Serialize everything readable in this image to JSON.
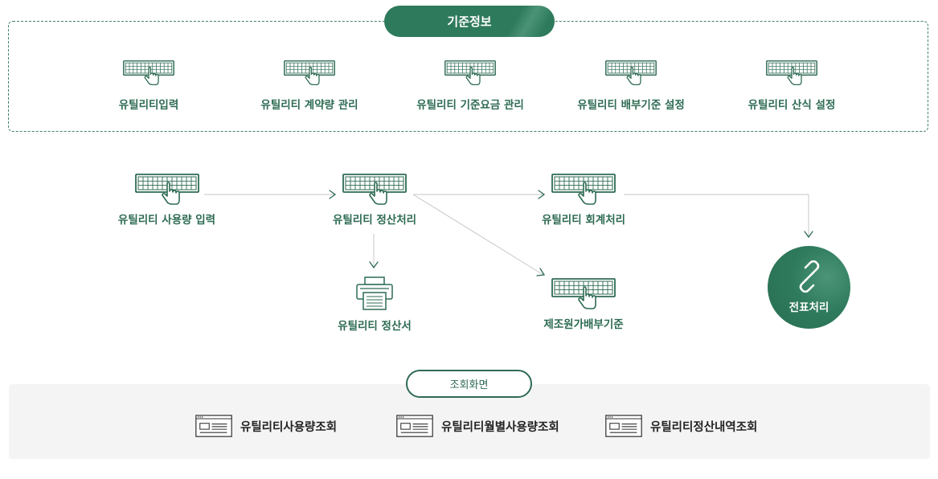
{
  "top": {
    "title": "기준정보",
    "items": [
      {
        "label": "유틸리티입력",
        "icon": "keyboard-hand-icon"
      },
      {
        "label": "유틸리티 계약량 관리",
        "icon": "keyboard-hand-icon"
      },
      {
        "label": "유틸리티 기준요금 관리",
        "icon": "keyboard-hand-icon"
      },
      {
        "label": "유틸리티 배부기준 설정",
        "icon": "keyboard-hand-icon"
      },
      {
        "label": "유틸리티 산식 설정",
        "icon": "keyboard-hand-icon"
      }
    ]
  },
  "flow": {
    "usage_input": "유틸리티 사용량 입력",
    "settlement": "유틸리티 정산처리",
    "accounting": "유틸리티 회계처리",
    "statement": "유틸리티 정산서",
    "cost_allocation": "제조원가배부기준",
    "voucher": "전표처리"
  },
  "bottom": {
    "title": "조회화면",
    "items": [
      {
        "label": "유틸리티사용량조회",
        "icon": "screen-window-icon"
      },
      {
        "label": "유틸리티월별사용량조회",
        "icon": "screen-window-icon"
      },
      {
        "label": "유틸리티정산내역조회",
        "icon": "screen-window-icon"
      }
    ]
  },
  "colors": {
    "primary": "#2e7a5c",
    "text": "#2e6b53",
    "band": "#f4f4f4"
  }
}
